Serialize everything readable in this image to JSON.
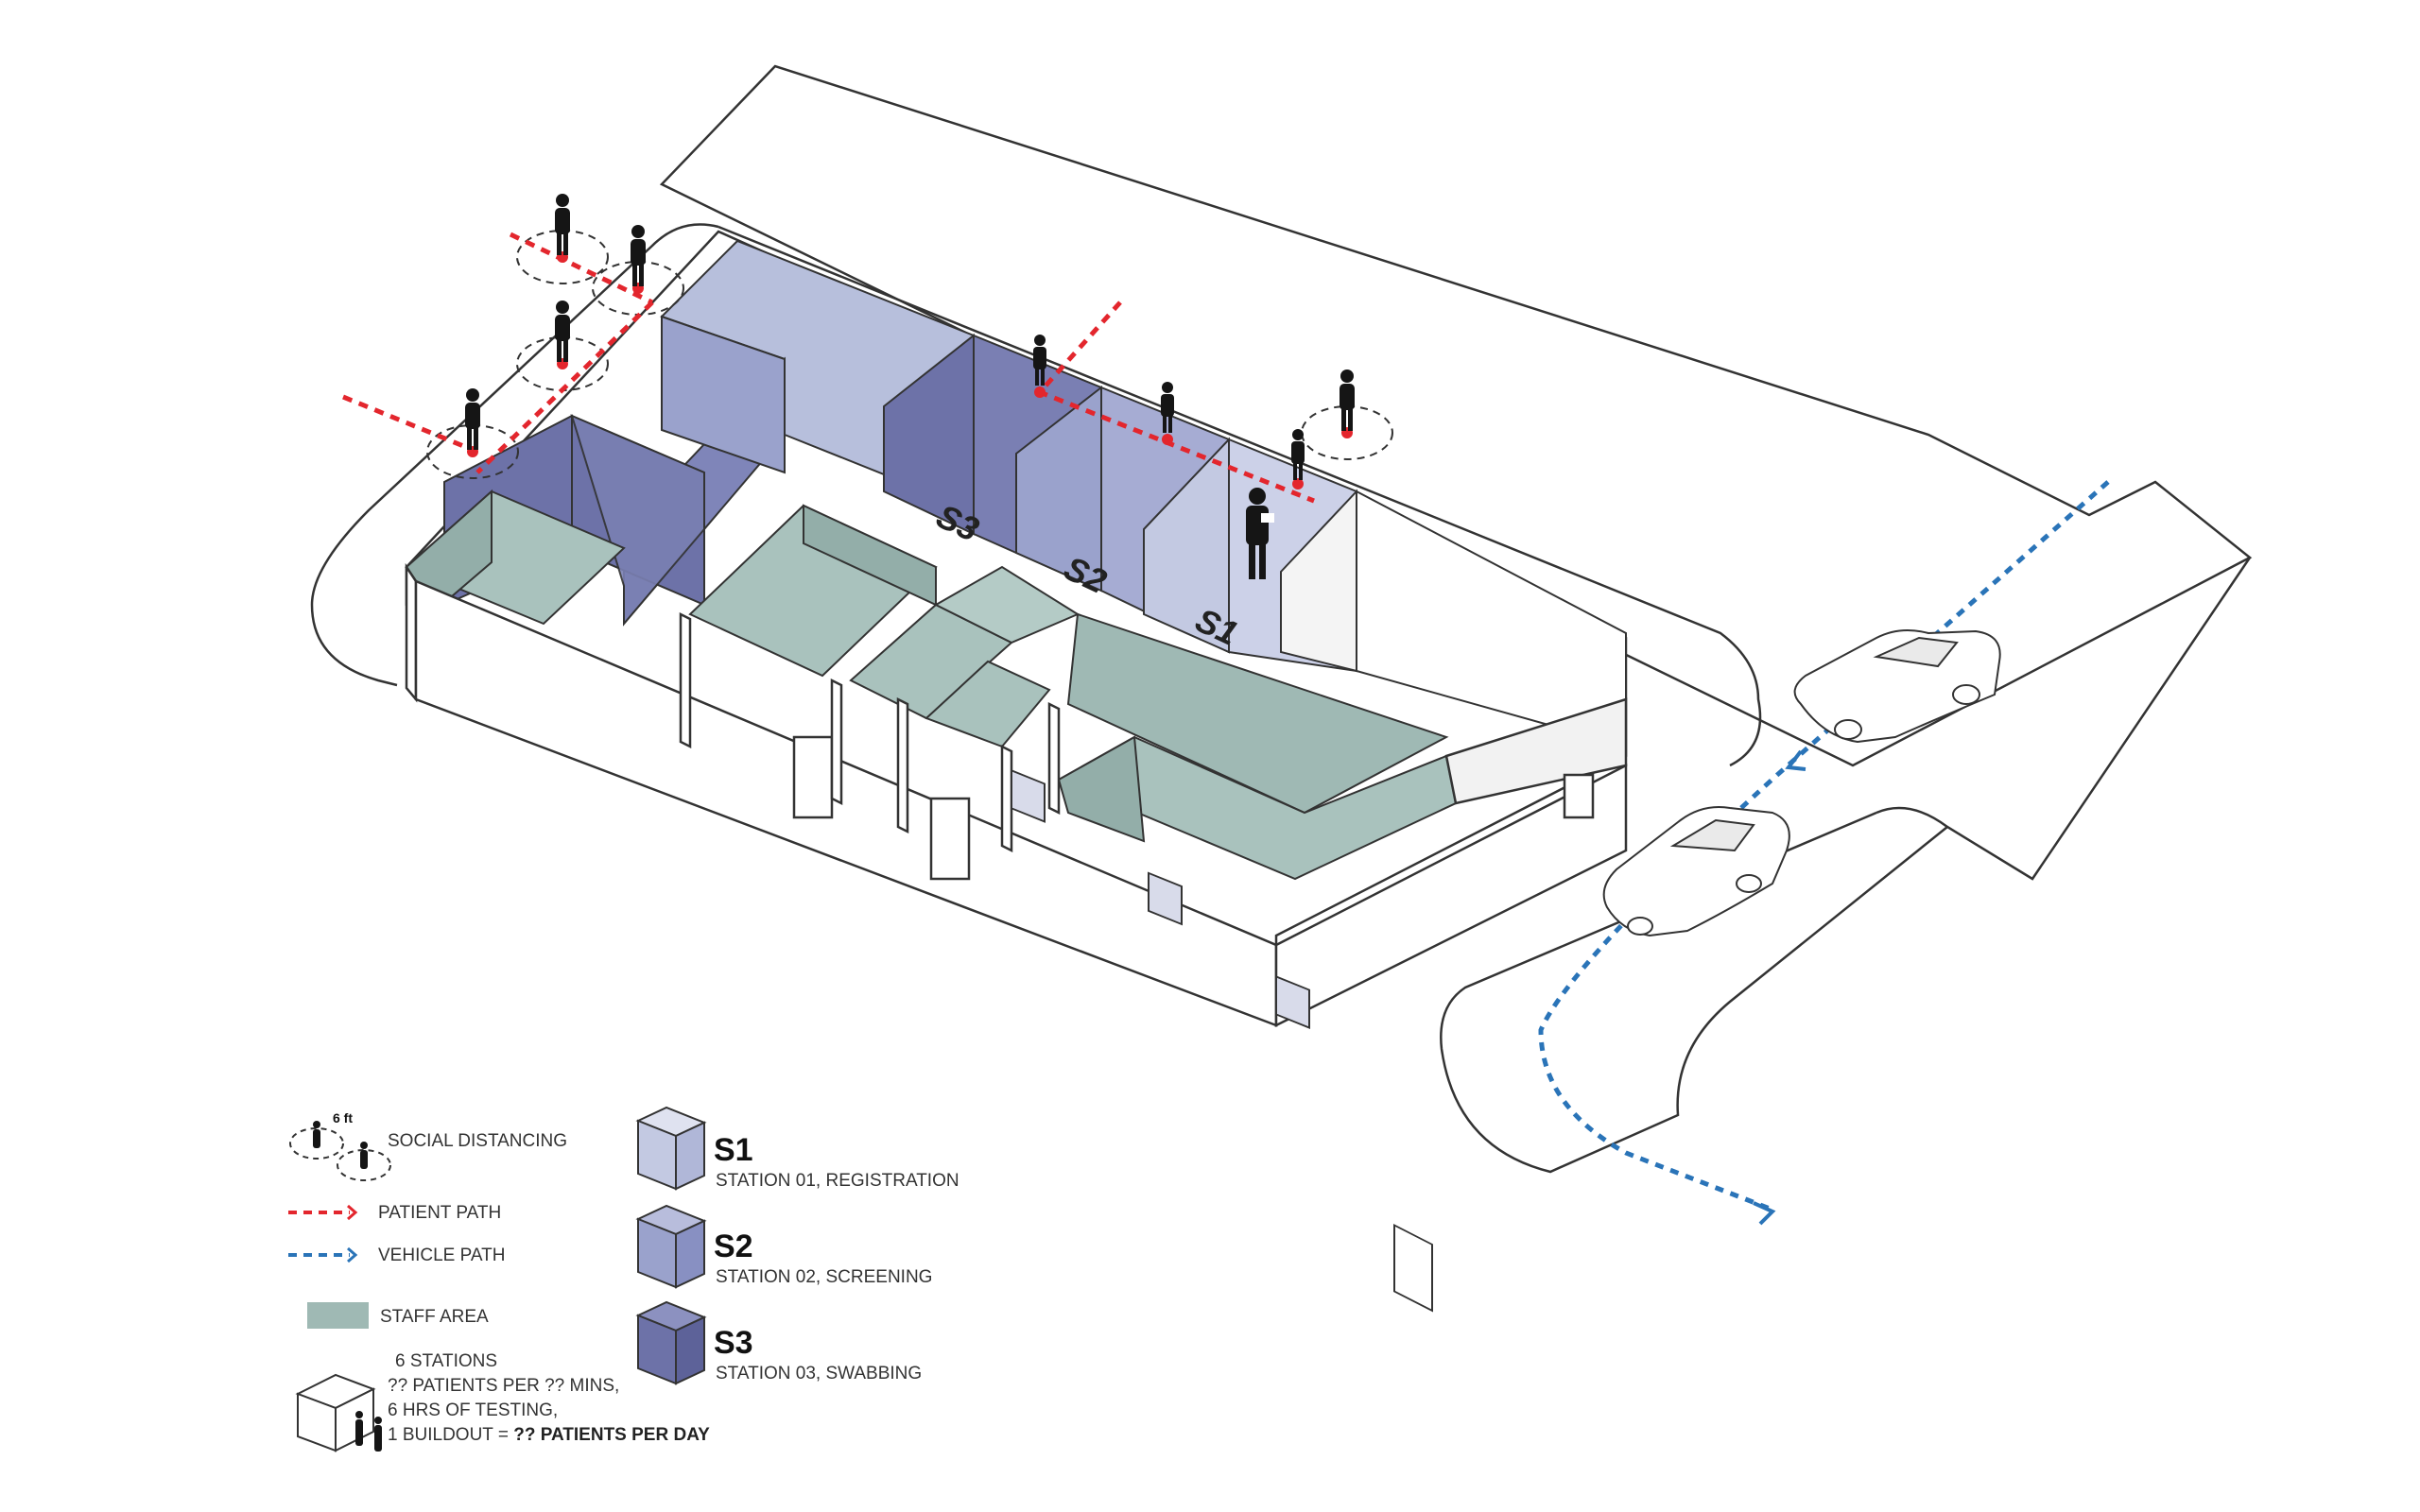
{
  "colors": {
    "station_1": "#c3c9e2",
    "station_2": "#9aa2cc",
    "station_3": "#6d72a8",
    "staff_area": "#9fb9b4",
    "patient_path": "#e3262d",
    "vehicle_path": "#2a74b8",
    "line": "#333333"
  },
  "room_labels": {
    "s1": "S1",
    "s2": "S2",
    "s3": "S3"
  },
  "distance_marker": "6 ft",
  "legend": {
    "social_distancing": "SOCIAL DISTANCING",
    "patient_path": "PATIENT PATH",
    "vehicle_path": "VEHICLE PATH",
    "staff_area": "STAFF AREA",
    "summary": {
      "line1": "6 STATIONS",
      "line2": "?? PATIENTS PER ?? MINS,",
      "line3": "6 HRS OF TESTING,",
      "line4_prefix": "1 BUILDOUT = ",
      "line4_bold": "?? PATIENTS PER DAY"
    },
    "stations": [
      {
        "code": "S1",
        "description": "STATION 01, REGISTRATION"
      },
      {
        "code": "S2",
        "description": "STATION 02, SCREENING"
      },
      {
        "code": "S3",
        "description": "STATION 03, SWABBING"
      }
    ]
  }
}
